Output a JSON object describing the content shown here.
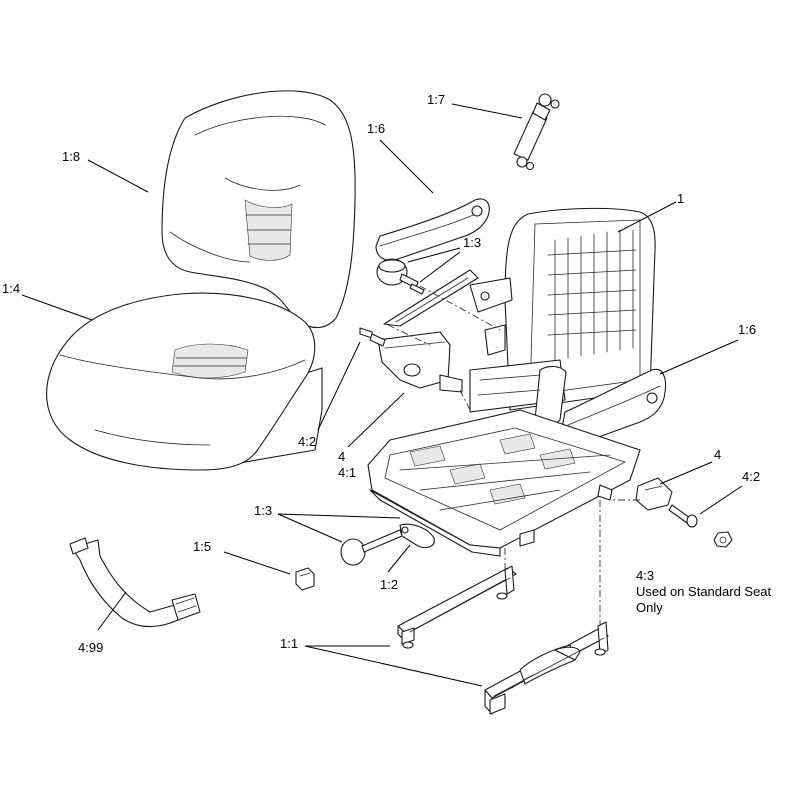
{
  "labels": {
    "l_1_7": "1:7",
    "l_1_6_top": "1:6",
    "l_1_8": "1:8",
    "l_1": "1",
    "l_1_3_top": "1:3",
    "l_1_4": "1:4",
    "l_1_6_right": "1:6",
    "l_4_2_left": "4:2",
    "l_4_left": "4",
    "l_4_1": "4:1",
    "l_4_right": "4",
    "l_4_2_right": "4:2",
    "l_1_3_bottom": "1:3",
    "l_1_5": "1:5",
    "l_1_2": "1:2",
    "l_4_3": "4:3",
    "note_line1": "Used on Standard Seat",
    "note_line2": "Only",
    "l_4_99": "4:99",
    "l_1_1": "1:1"
  }
}
